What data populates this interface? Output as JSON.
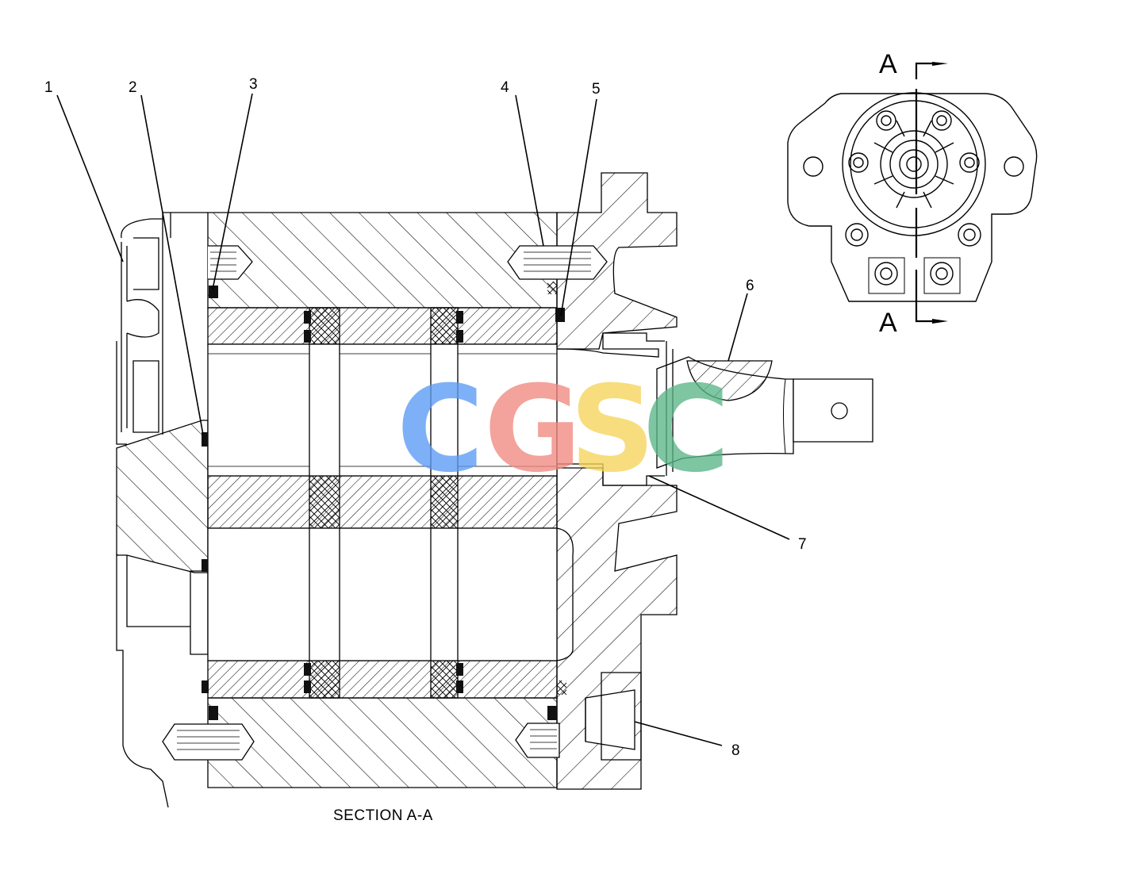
{
  "callouts": [
    "1",
    "2",
    "3",
    "4",
    "5",
    "6",
    "7",
    "8"
  ],
  "section": {
    "letter_top": "A",
    "letter_bottom": "A",
    "caption": "SECTION A-A"
  },
  "watermark": {
    "letters": [
      "C",
      "G",
      "S",
      "C"
    ],
    "colors": [
      "#5b9bf5",
      "#f08a80",
      "#f6d45a",
      "#5bb587"
    ]
  },
  "colors": {
    "line": "#000000",
    "seal": "#111111",
    "background": "#ffffff"
  }
}
